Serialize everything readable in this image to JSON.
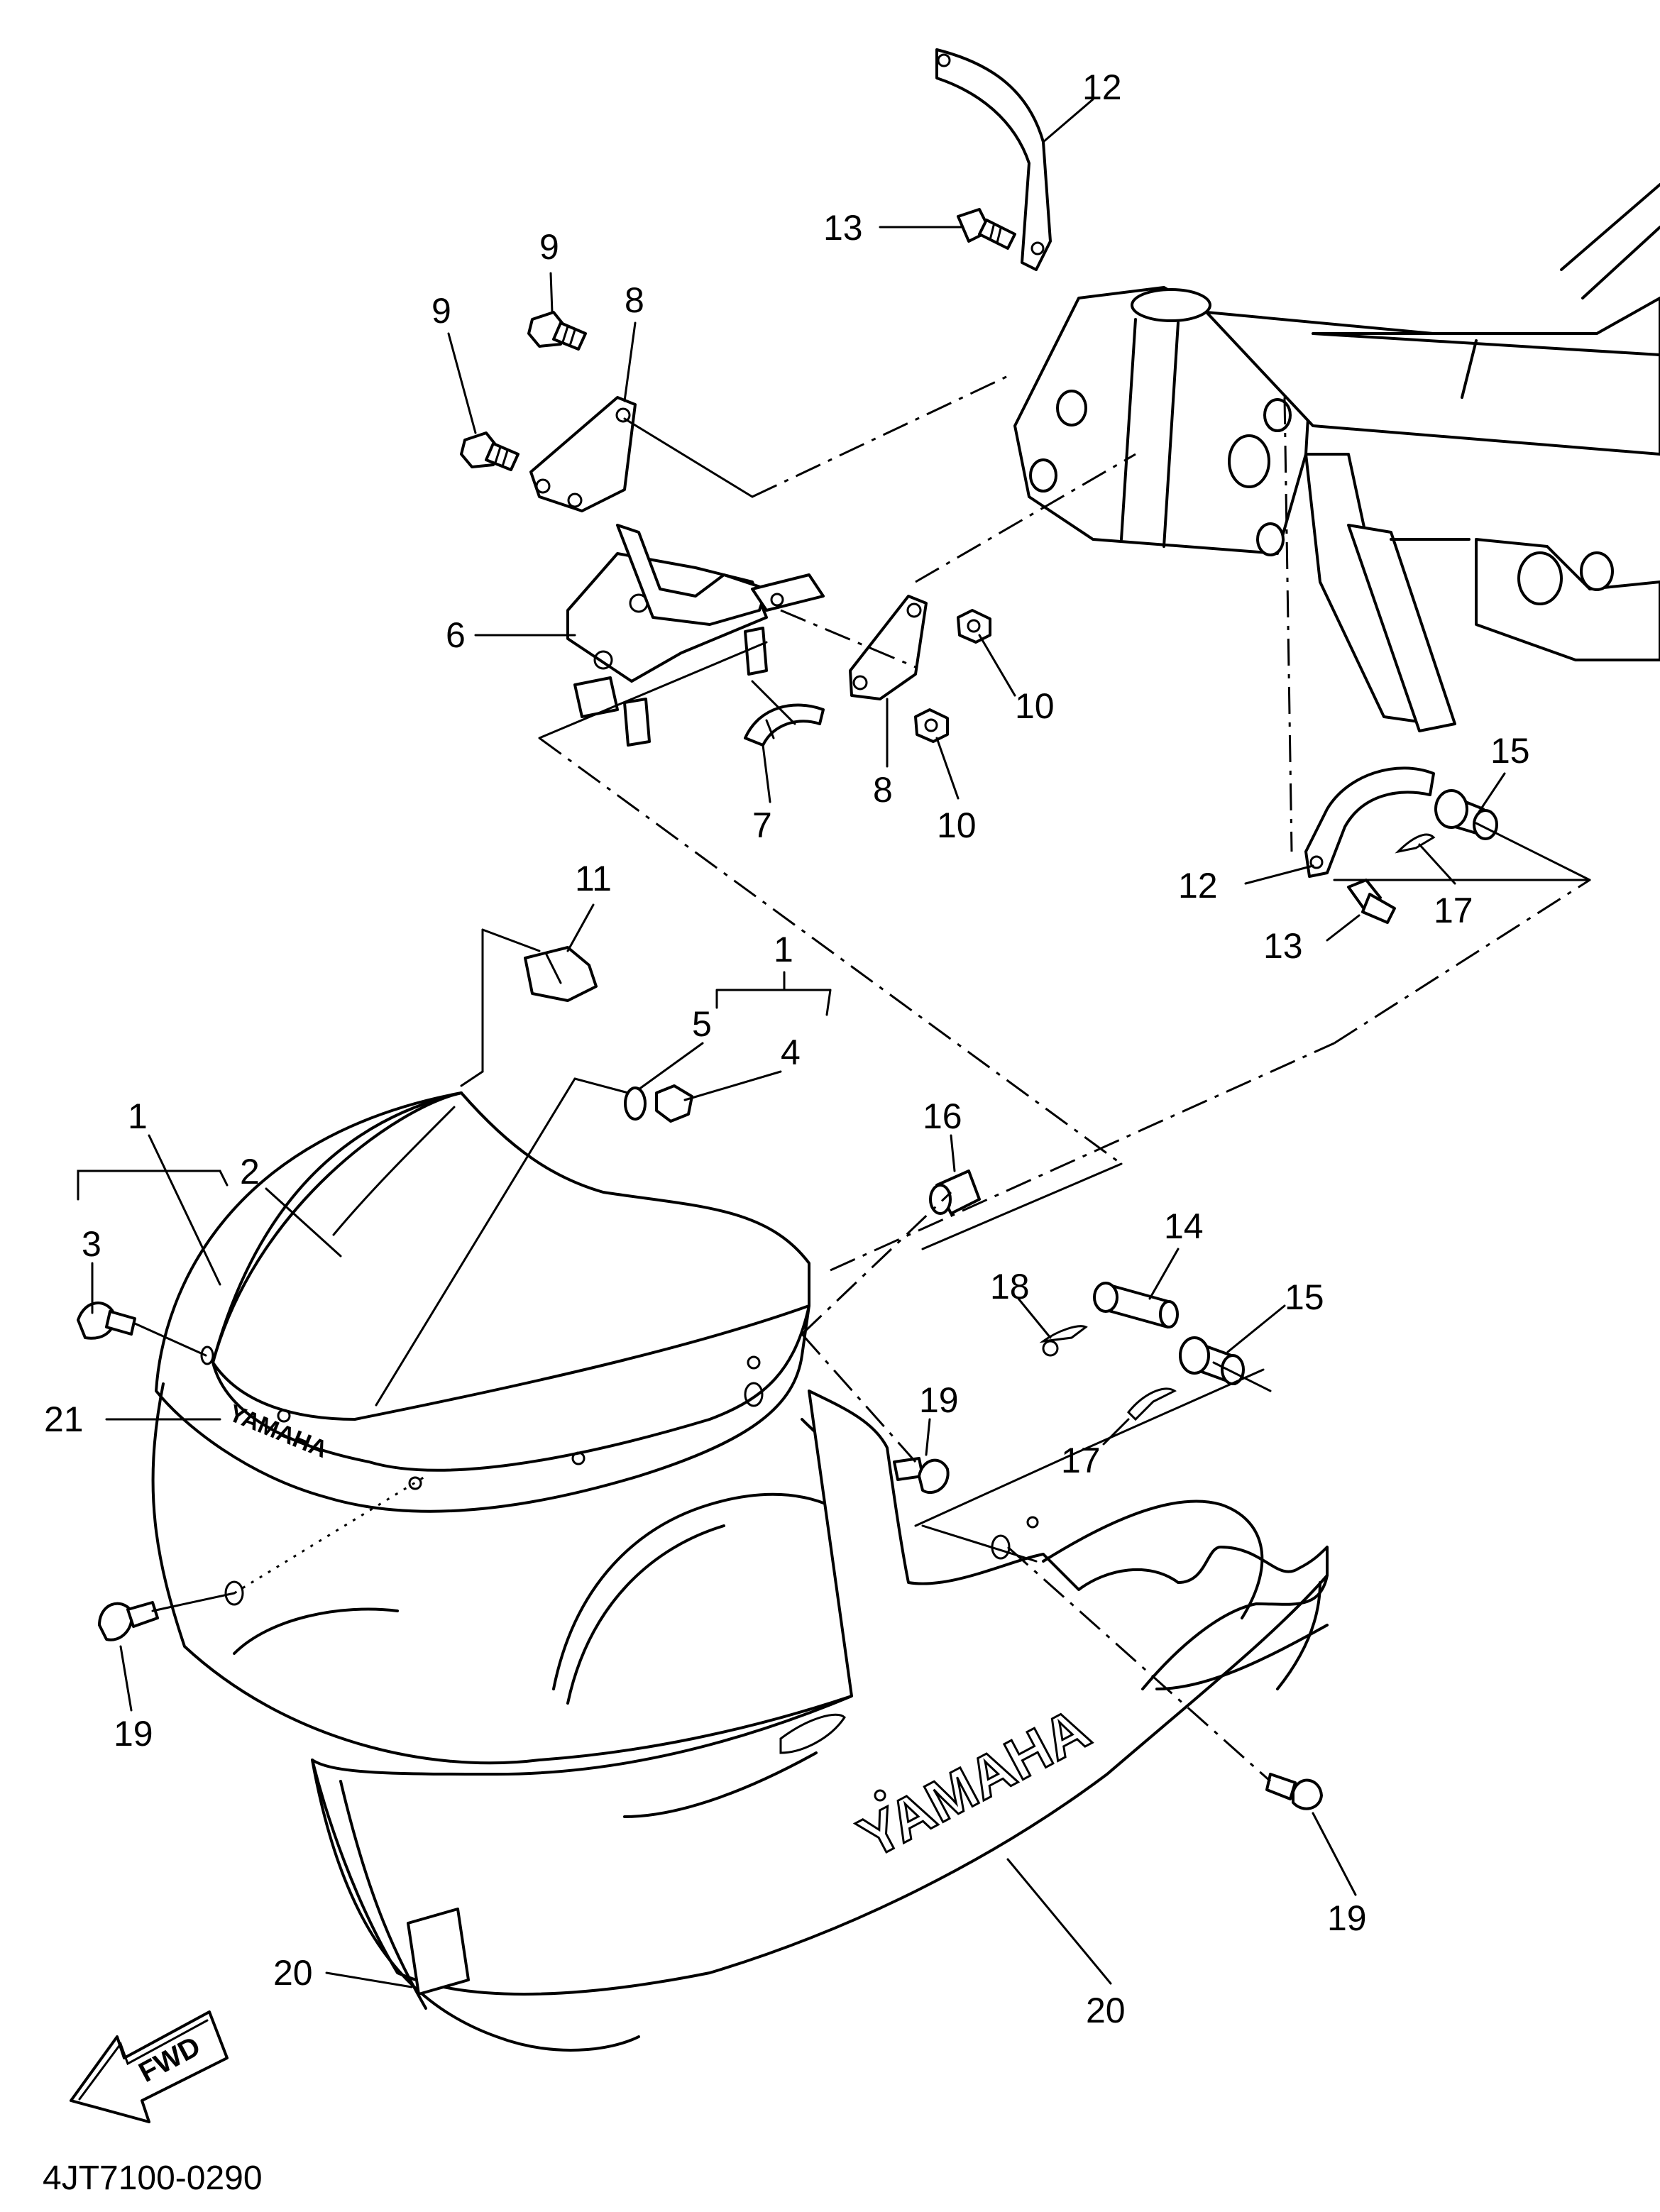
{
  "diagram_code": "4JT7100-0290",
  "fwd_label": "FWD",
  "brand_small": "YAMAHA",
  "brand_large": "YAMAHA",
  "callouts": [
    {
      "id": "c12a",
      "text": "12"
    },
    {
      "id": "c13a",
      "text": "13"
    },
    {
      "id": "c9a",
      "text": "9"
    },
    {
      "id": "c9b",
      "text": "9"
    },
    {
      "id": "c8a",
      "text": "8"
    },
    {
      "id": "c6",
      "text": "6"
    },
    {
      "id": "c10a",
      "text": "10"
    },
    {
      "id": "c8b",
      "text": "8"
    },
    {
      "id": "c10b",
      "text": "10"
    },
    {
      "id": "c7",
      "text": "7"
    },
    {
      "id": "c15a",
      "text": "15"
    },
    {
      "id": "c17a",
      "text": "17"
    },
    {
      "id": "c12b",
      "text": "12"
    },
    {
      "id": "c13b",
      "text": "13"
    },
    {
      "id": "c11",
      "text": "11"
    },
    {
      "id": "c1a",
      "text": "1"
    },
    {
      "id": "c5",
      "text": "5"
    },
    {
      "id": "c4",
      "text": "4"
    },
    {
      "id": "c16",
      "text": "16"
    },
    {
      "id": "c1b",
      "text": "1"
    },
    {
      "id": "c2",
      "text": "2"
    },
    {
      "id": "c3",
      "text": "3"
    },
    {
      "id": "c14",
      "text": "14"
    },
    {
      "id": "c18",
      "text": "18"
    },
    {
      "id": "c15b",
      "text": "15"
    },
    {
      "id": "c19a",
      "text": "19"
    },
    {
      "id": "c17b",
      "text": "17"
    },
    {
      "id": "c21",
      "text": "21"
    },
    {
      "id": "c19b",
      "text": "19"
    },
    {
      "id": "c19c",
      "text": "19"
    },
    {
      "id": "c20a",
      "text": "20"
    },
    {
      "id": "c20b",
      "text": "20"
    }
  ]
}
